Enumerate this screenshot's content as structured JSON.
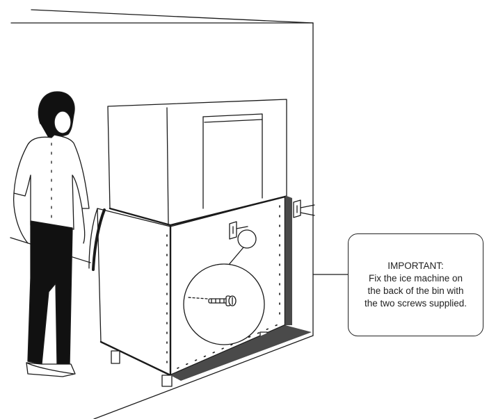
{
  "note": {
    "heading": "IMPORTANT:",
    "lines": [
      "Fix the ice machine on",
      "the back of the bin with",
      "the two screws supplied."
    ]
  },
  "colors": {
    "ink": "#1a1a1a",
    "paper": "#ffffff",
    "shadow": "#4a4a4a"
  }
}
